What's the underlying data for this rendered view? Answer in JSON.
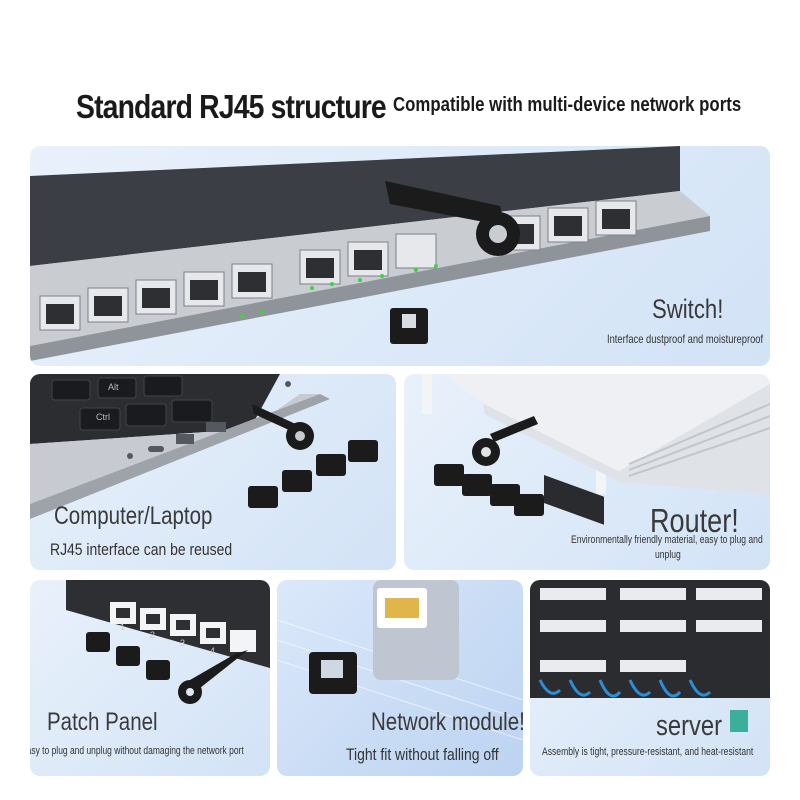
{
  "header": {
    "title": "Standard RJ45 structure",
    "subtitle": "Compatible with multi-device network ports"
  },
  "panels": {
    "switch": {
      "title": "Switch!",
      "desc": "Interface dustproof and moistureproof"
    },
    "laptop": {
      "title": "Computer/Laptop",
      "desc": "RJ45 interface can be reused",
      "keys": [
        "Alt",
        "Ctrl"
      ]
    },
    "router": {
      "title": "Router!",
      "desc_line1": "Environmentally friendly material, easy to plug and",
      "desc_line2": "unplug"
    },
    "patch": {
      "title": "Patch Panel",
      "desc": "Easy to plug and unplug without damaging the network port",
      "port_numbers": [
        "1",
        "2",
        "3",
        "4"
      ]
    },
    "module": {
      "title": "Network module!",
      "desc": "Tight fit without falling off"
    },
    "server": {
      "title": "server",
      "desc": "Assembly is tight, pressure-resistant, and heat-resistant"
    }
  },
  "colors": {
    "panel_bg": "#e9f1fb",
    "plug_black": "#1b1b1b",
    "port_led": "#3fd23f",
    "cable_blue": "#2a8fd8",
    "server_accent": "#1fa58a"
  }
}
